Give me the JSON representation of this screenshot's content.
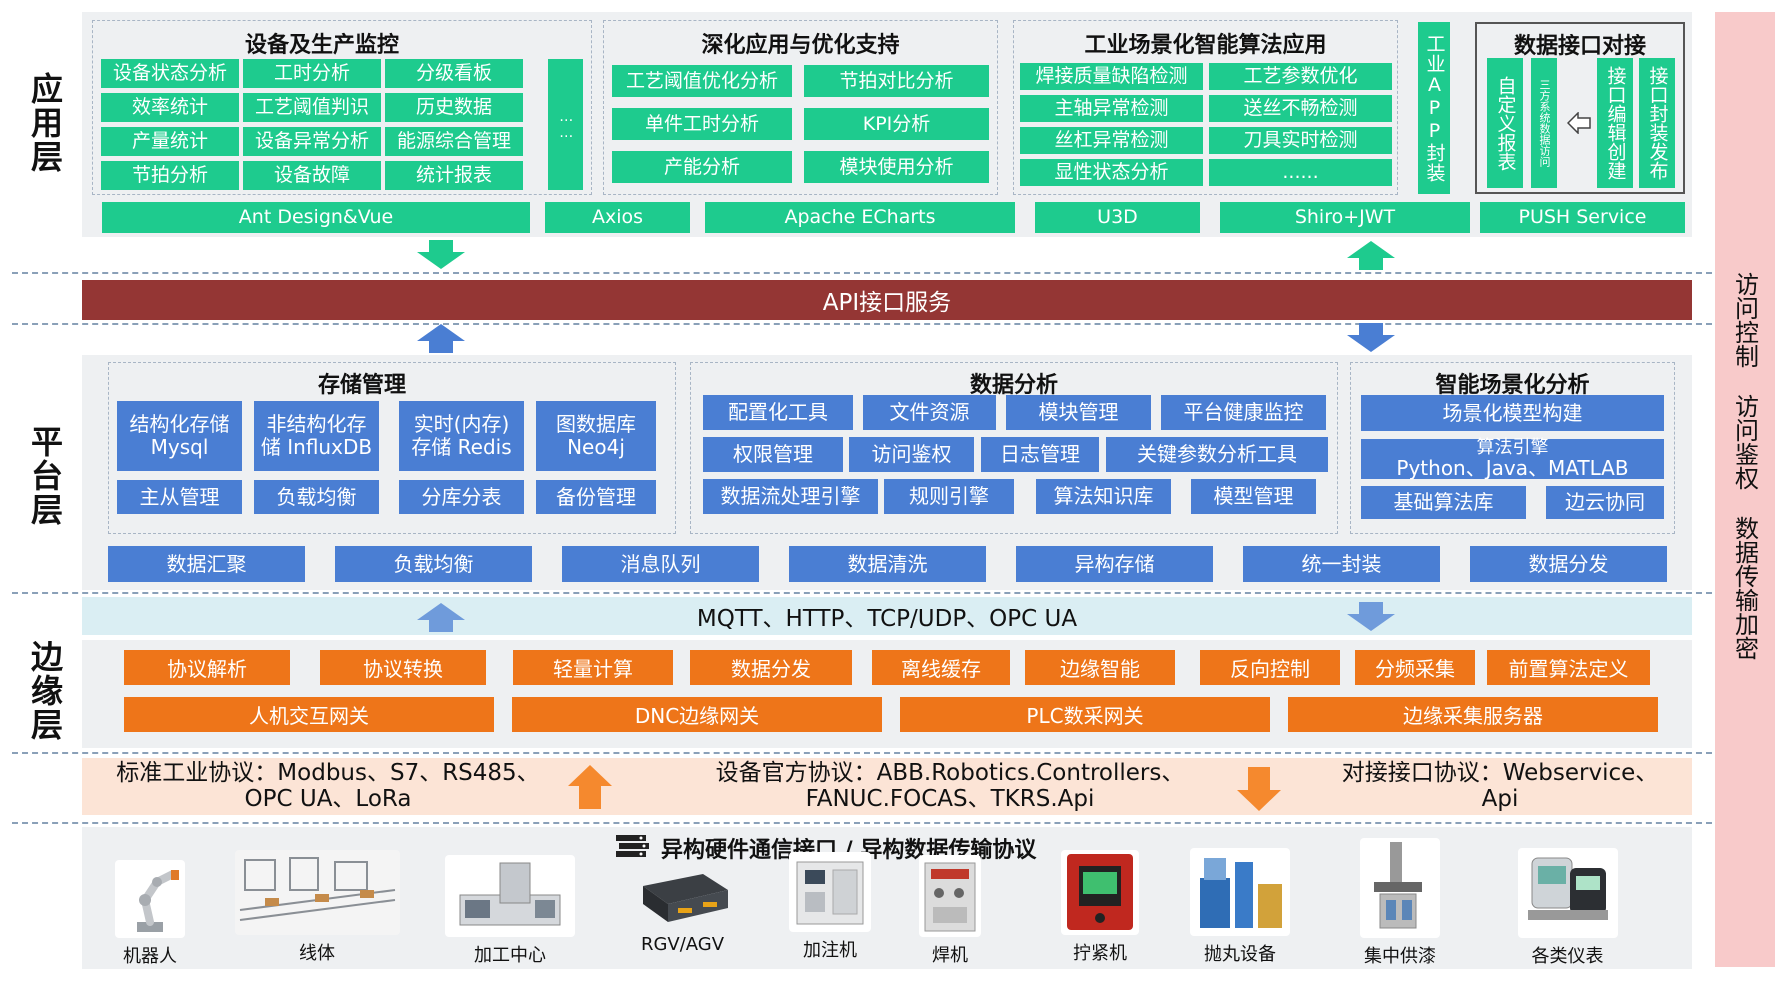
{
  "layers": {
    "app": "应用层",
    "platform": "平台层",
    "edge": "边缘层"
  },
  "app": {
    "monitor_title": "设备及生产监控",
    "monitor_items": [
      "设备状态分析",
      "工时分析",
      "分级看板",
      "效率统计",
      "工艺阈值判识",
      "历史数据",
      "产量统计",
      "设备异常分析",
      "能源综合管理",
      "节拍分析",
      "设备故障",
      "统计报表"
    ],
    "monitor_more": "……",
    "deep_title": "深化应用与优化支持",
    "deep_items": [
      "工艺阈值优化分析",
      "节拍对比分析",
      "单件工时分析",
      "KPI分析",
      "产能分析",
      "模块使用分析"
    ],
    "algo_title": "工业场景化智能算法应用",
    "algo_items": [
      "焊接质量缺陷检测",
      "工艺参数优化",
      "主轴异常检测",
      "送丝不畅检测",
      "丝杠异常检测",
      "刀具实时检测",
      "显性状态分析",
      "......"
    ],
    "app_pkg": "工业APP封装",
    "iface_title": "数据接口对接",
    "iface_custom": "自定义报表",
    "iface_access": "三方系统数据访问",
    "iface_edit": "接口编辑创建",
    "iface_publish": "接口封装发布",
    "tech": [
      "Ant Design&Vue",
      "Axios",
      "Apache ECharts",
      "U3D",
      "Shiro+JWT",
      "PUSH Service"
    ]
  },
  "api": "API接口服务",
  "platform": {
    "storage_title": "存储管理",
    "storage_items": [
      "结构化存储 Mysql",
      "非结构化存储 InfluxDB",
      "实时(内存)存储 Redis",
      "图数据库 Neo4j"
    ],
    "storage_sub": [
      "主从管理",
      "负载均衡",
      "分库分表",
      "备份管理"
    ],
    "analysis_title": "数据分析",
    "analysis_row1": [
      "配置化工具",
      "文件资源",
      "模块管理",
      "平台健康监控"
    ],
    "analysis_row2": [
      "权限管理",
      "访问鉴权",
      "日志管理",
      "关键参数分析工具"
    ],
    "analysis_row3": [
      "数据流处理引擎",
      "规则引擎",
      "算法知识库",
      "模型管理"
    ],
    "smart_title": "智能场景化分析",
    "smart_model": "场景化模型构建",
    "smart_engine_1": "算法引擎",
    "smart_engine_2": "Python、Java、MATLAB",
    "smart_base": "基础算法库",
    "smart_edge": "边云协同",
    "bottom": [
      "数据汇聚",
      "负载均衡",
      "消息队列",
      "数据清洗",
      "异构存储",
      "统一封装",
      "数据分发"
    ]
  },
  "protocols_bar": "MQTT、HTTP、TCP/UDP、OPC UA",
  "edge": {
    "row1": [
      "协议解析",
      "协议转换",
      "轻量计算",
      "数据分发",
      "离线缓存",
      "边缘智能",
      "反向控制",
      "分频采集",
      "前置算法定义"
    ],
    "row2": [
      "人机交互网关",
      "DNC边缘网关",
      "PLC数采网关",
      "边缘采集服务器"
    ]
  },
  "protocols": {
    "std_1": "标准工业协议：Modbus、S7、RS485、",
    "std_2": "OPC UA、LoRa",
    "vendor_1": "设备官方协议：ABB.Robotics.Controllers、",
    "vendor_2": "FANUC.FOCAS、TKRS.Api",
    "iface_1": "对接接口协议：Webservice、",
    "iface_2": "Api"
  },
  "hardware": {
    "title": "异构硬件通信接口 / 异构数据传输协议",
    "items": [
      "机器人",
      "线体",
      "加工中心",
      "RGV/AGV",
      "加注机",
      "焊机",
      "拧紧机",
      "抛丸设备",
      "集中供漆",
      "各类仪表"
    ]
  },
  "security": [
    "访问控制",
    "访问鉴权",
    "数据传输加密"
  ],
  "colors": {
    "green": "#1ecb8e",
    "blue": "#4a7ed3",
    "orange": "#ee7519",
    "api": "#943634",
    "security": "#f8caca"
  }
}
